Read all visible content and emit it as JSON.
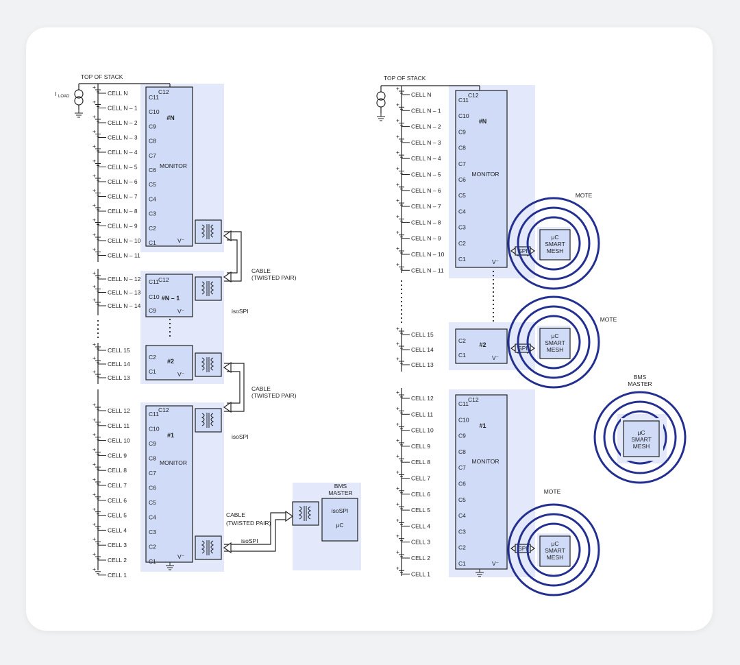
{
  "colors": {
    "page_bg": "#f1f2f4",
    "card_bg": "#ffffff",
    "module_shade": "#e3e8fb",
    "chip_fill": "#cfdbf7",
    "ring": "#23308f",
    "line": "#222222"
  },
  "labels": {
    "top_of_stack": "TOP OF STACK",
    "iload": "I",
    "iload_sub": "LOAD",
    "monitor": "MONITOR",
    "cable": "CABLE",
    "twisted_pair": "(TWISTED PAIR)",
    "isospi": "isoSPI",
    "bms": "BMS",
    "master": "MASTER",
    "uc": "μC",
    "smart": "SMART",
    "mesh": "MESH",
    "spi": "SPI",
    "mote": "MOTE",
    "vminus": "V⁻"
  },
  "chip_ids": {
    "n": "#N",
    "n_minus_1": "#N – 1",
    "two": "#2",
    "one": "#1"
  },
  "pins": {
    "c12": "C12",
    "c11": "C11",
    "c10": "C10",
    "c9": "C9",
    "c8": "C8",
    "c7": "C7",
    "c6": "C6",
    "c5": "C5",
    "c4": "C4",
    "c3": "C3",
    "c2": "C2",
    "c1": "C1"
  },
  "cells": {
    "n": "CELL N",
    "n1": "CELL N – 1",
    "n2": "CELL N – 2",
    "n3": "CELL N – 3",
    "n4": "CELL N – 4",
    "n5": "CELL N – 5",
    "n6": "CELL N – 6",
    "n7": "CELL N – 7",
    "n8": "CELL N – 8",
    "n9": "CELL N – 9",
    "n10": "CELL N – 10",
    "n11": "CELL N – 11",
    "n12": "CELL N – 12",
    "n13": "CELL N – 13",
    "n14": "CELL N – 14",
    "c15": "CELL 15",
    "c14": "CELL 14",
    "c13": "CELL 13",
    "c12": "CELL 12",
    "c11": "CELL 11",
    "c10": "CELL 10",
    "c9": "CELL 9",
    "c8": "CELL 8",
    "c7": "CELL 7",
    "c6": "CELL 6",
    "c5": "CELL 5",
    "c4": "CELL 4",
    "c3": "CELL 3",
    "c2": "CELL 2",
    "c1": "CELL 1"
  }
}
